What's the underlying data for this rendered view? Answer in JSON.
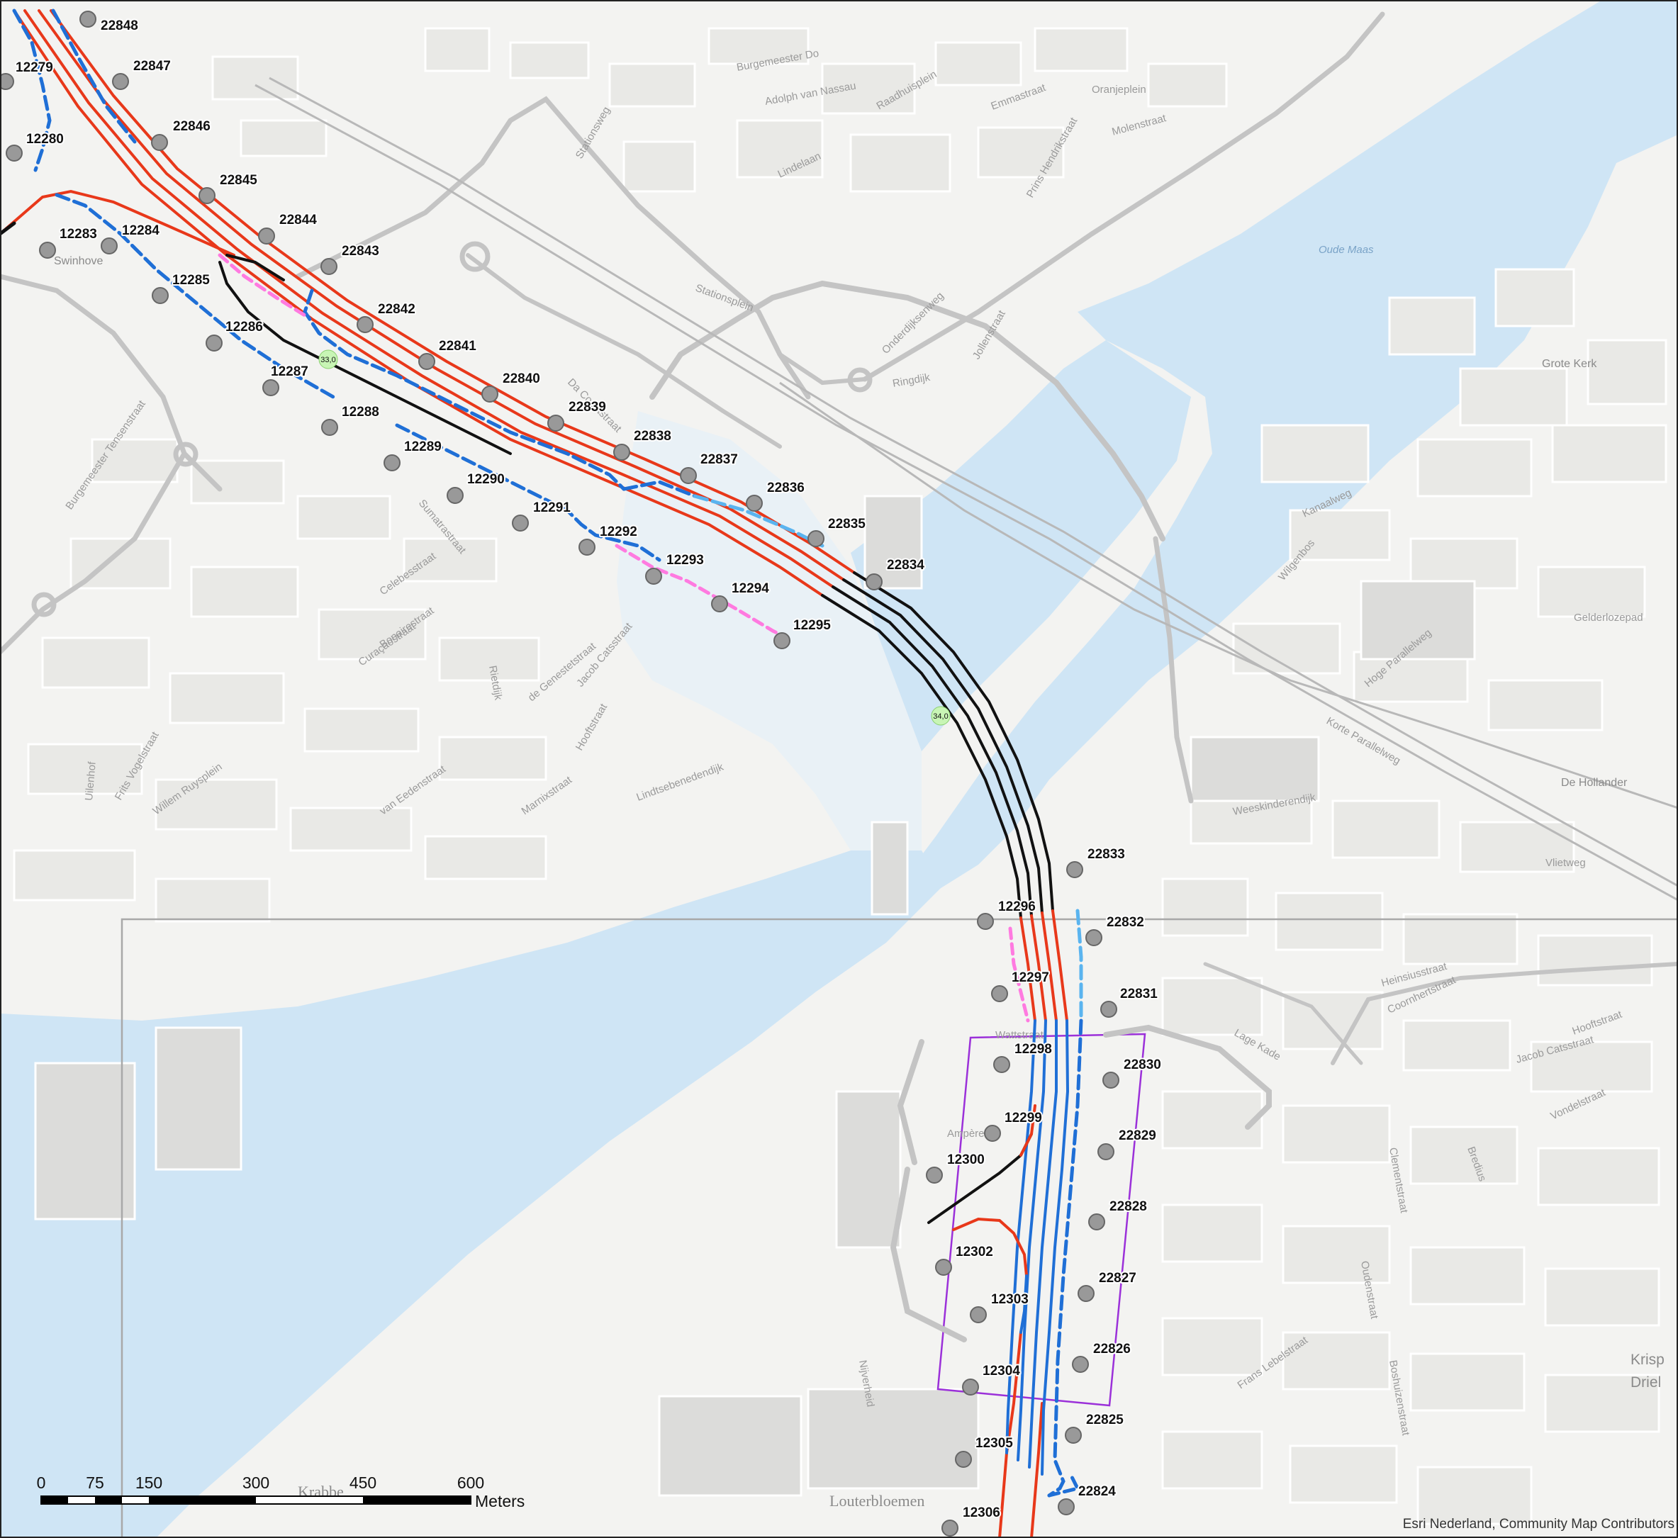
{
  "map": {
    "attribution": "Esri Nederland, Community Map Contributors",
    "scale_bar": {
      "unit": "Meters",
      "ticks": [
        "0",
        "75",
        "150",
        "300",
        "450",
        "600"
      ]
    },
    "markers": {
      "left_points": [
        "12279",
        "12280",
        "12283",
        "12284",
        "12285",
        "12286",
        "12287",
        "12288",
        "12289",
        "12290",
        "12291",
        "12292",
        "12293",
        "12294",
        "12295",
        "12296",
        "12297",
        "12298",
        "12299",
        "12300",
        "12302",
        "12303",
        "12304",
        "12305",
        "12306"
      ],
      "right_points": [
        "22848",
        "22847",
        "22846",
        "22845",
        "22844",
        "22843",
        "22842",
        "22841",
        "22840",
        "22839",
        "22838",
        "22837",
        "22836",
        "22835",
        "22834",
        "22833",
        "22832",
        "22831",
        "22830",
        "22829",
        "22828",
        "22827",
        "22826",
        "22825",
        "22824"
      ]
    },
    "road_badges": [
      "33,0",
      "34,0"
    ],
    "place_labels": {
      "oude_maas": "Oude Maas",
      "grote_kerk": "Grote Kerk",
      "de_hollander": "De Hollander",
      "swinhove": "Swinhove",
      "krisp": "Krisp",
      "driel": "Driel",
      "louterbloemen": "Louterbloemen",
      "krabbe": "Krabbe"
    },
    "streets": [
      "Stationsweg",
      "Lindelaan",
      "Raadhuisplein",
      "Emmastraat",
      "Oranjeplein",
      "Molenstraat",
      "Prins Hendrikstraat",
      "Adolph van Nassau",
      "Burgemeester Do",
      "Ringdijk",
      "Jollenstraat",
      "Onderdijksenweg",
      "Da Costastraat",
      "Sumatrastraat",
      "Celebesstraat",
      "Curaçaostraat",
      "Bonairestraat",
      "Rietdijk",
      "de Genestetstraat",
      "Jacob Catsstraat",
      "Hooftstraat",
      "Marnixstraat",
      "Lindtsebenedendijk",
      "van Eedenstraat",
      "Willem Ruysplein",
      "Frits Vogelstraat",
      "Uilenhof",
      "Heinsiusstraat",
      "Coornhertstraat",
      "Vlietweg",
      "Weeskinderendijk",
      "Korte Parallelweg",
      "Hoge Parallelweg",
      "Gelderlozepad",
      "Wilgenbos",
      "Kanaalweg",
      "Lage Kade",
      "Wattstraat",
      "Ampère",
      "Nijverheid",
      "Frans Lebelstraat",
      "Jacob Catsstraat",
      "Vondelstraat",
      "Hooftstraat",
      "Boshuizenstraat",
      "Clementstraat",
      "Bredius",
      "Oudenstraat",
      "Stationsplein",
      "Burgemeester Tensenstraat"
    ]
  }
}
